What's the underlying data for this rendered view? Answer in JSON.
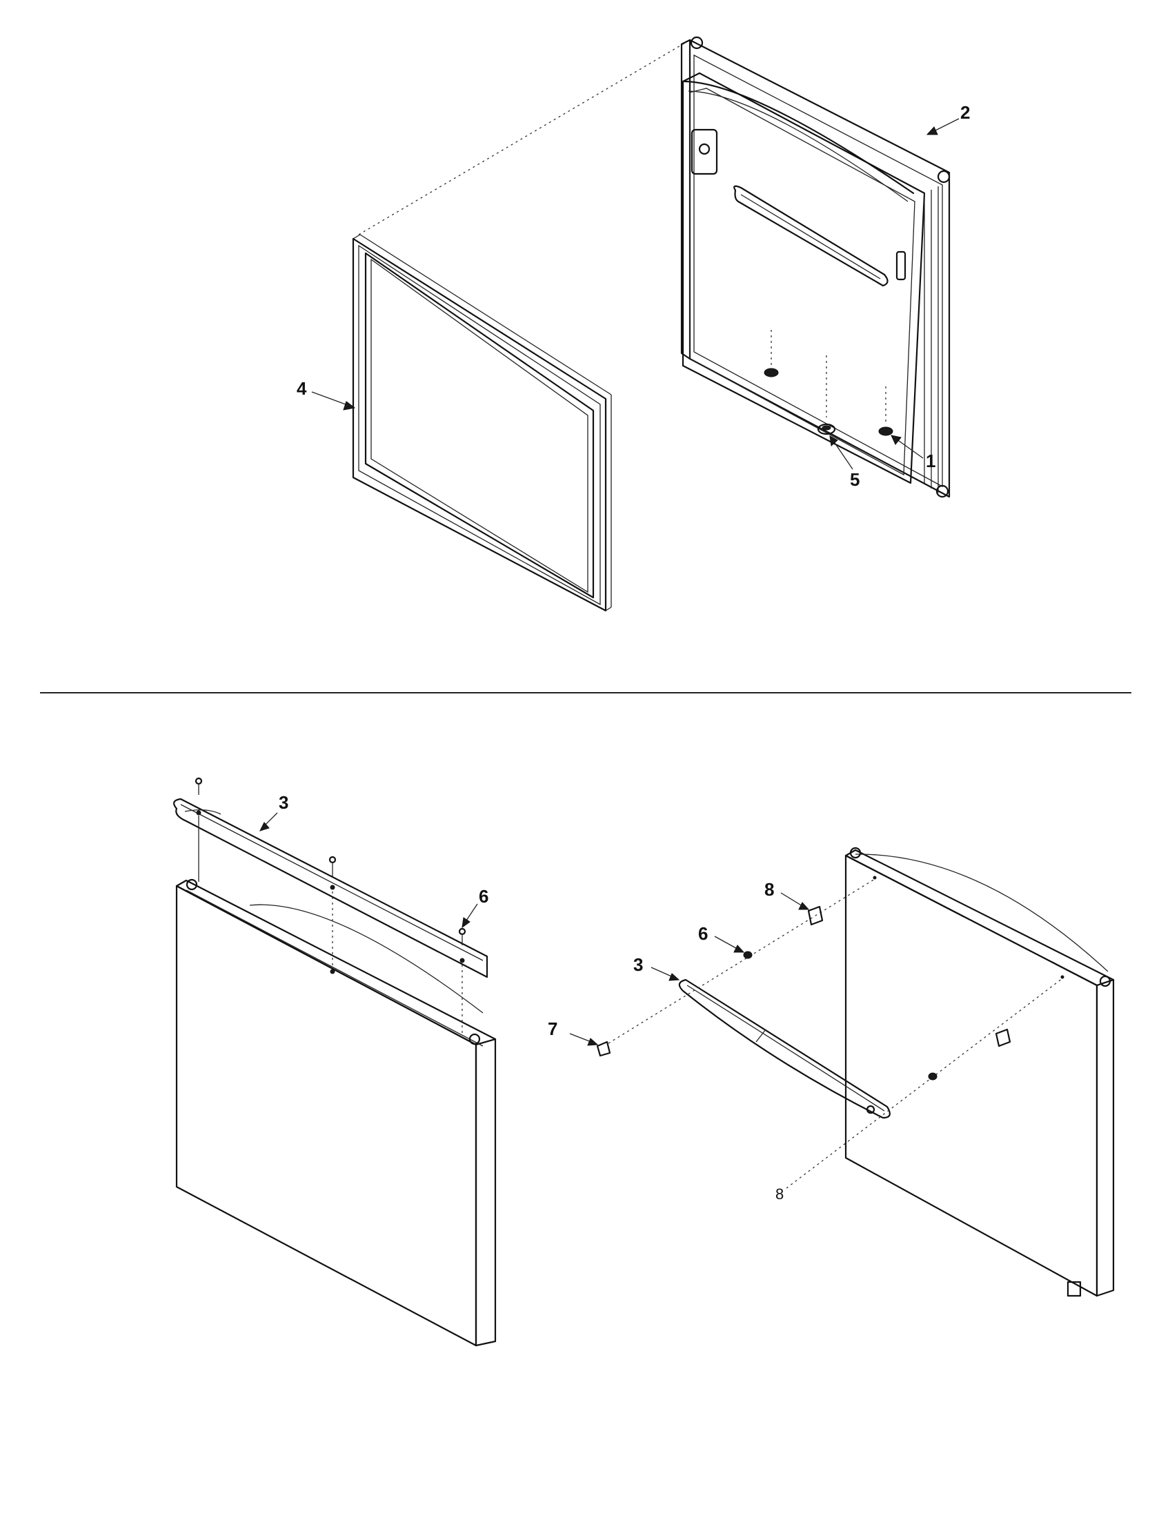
{
  "callouts": {
    "c1": "1",
    "c2": "2",
    "c3_top": "3",
    "c3_bottom": "3",
    "c4": "4",
    "c5": "5",
    "c6_left": "6",
    "c6_right": "6",
    "c7": "7",
    "c8_top": "8",
    "c8_bottom": "8"
  }
}
